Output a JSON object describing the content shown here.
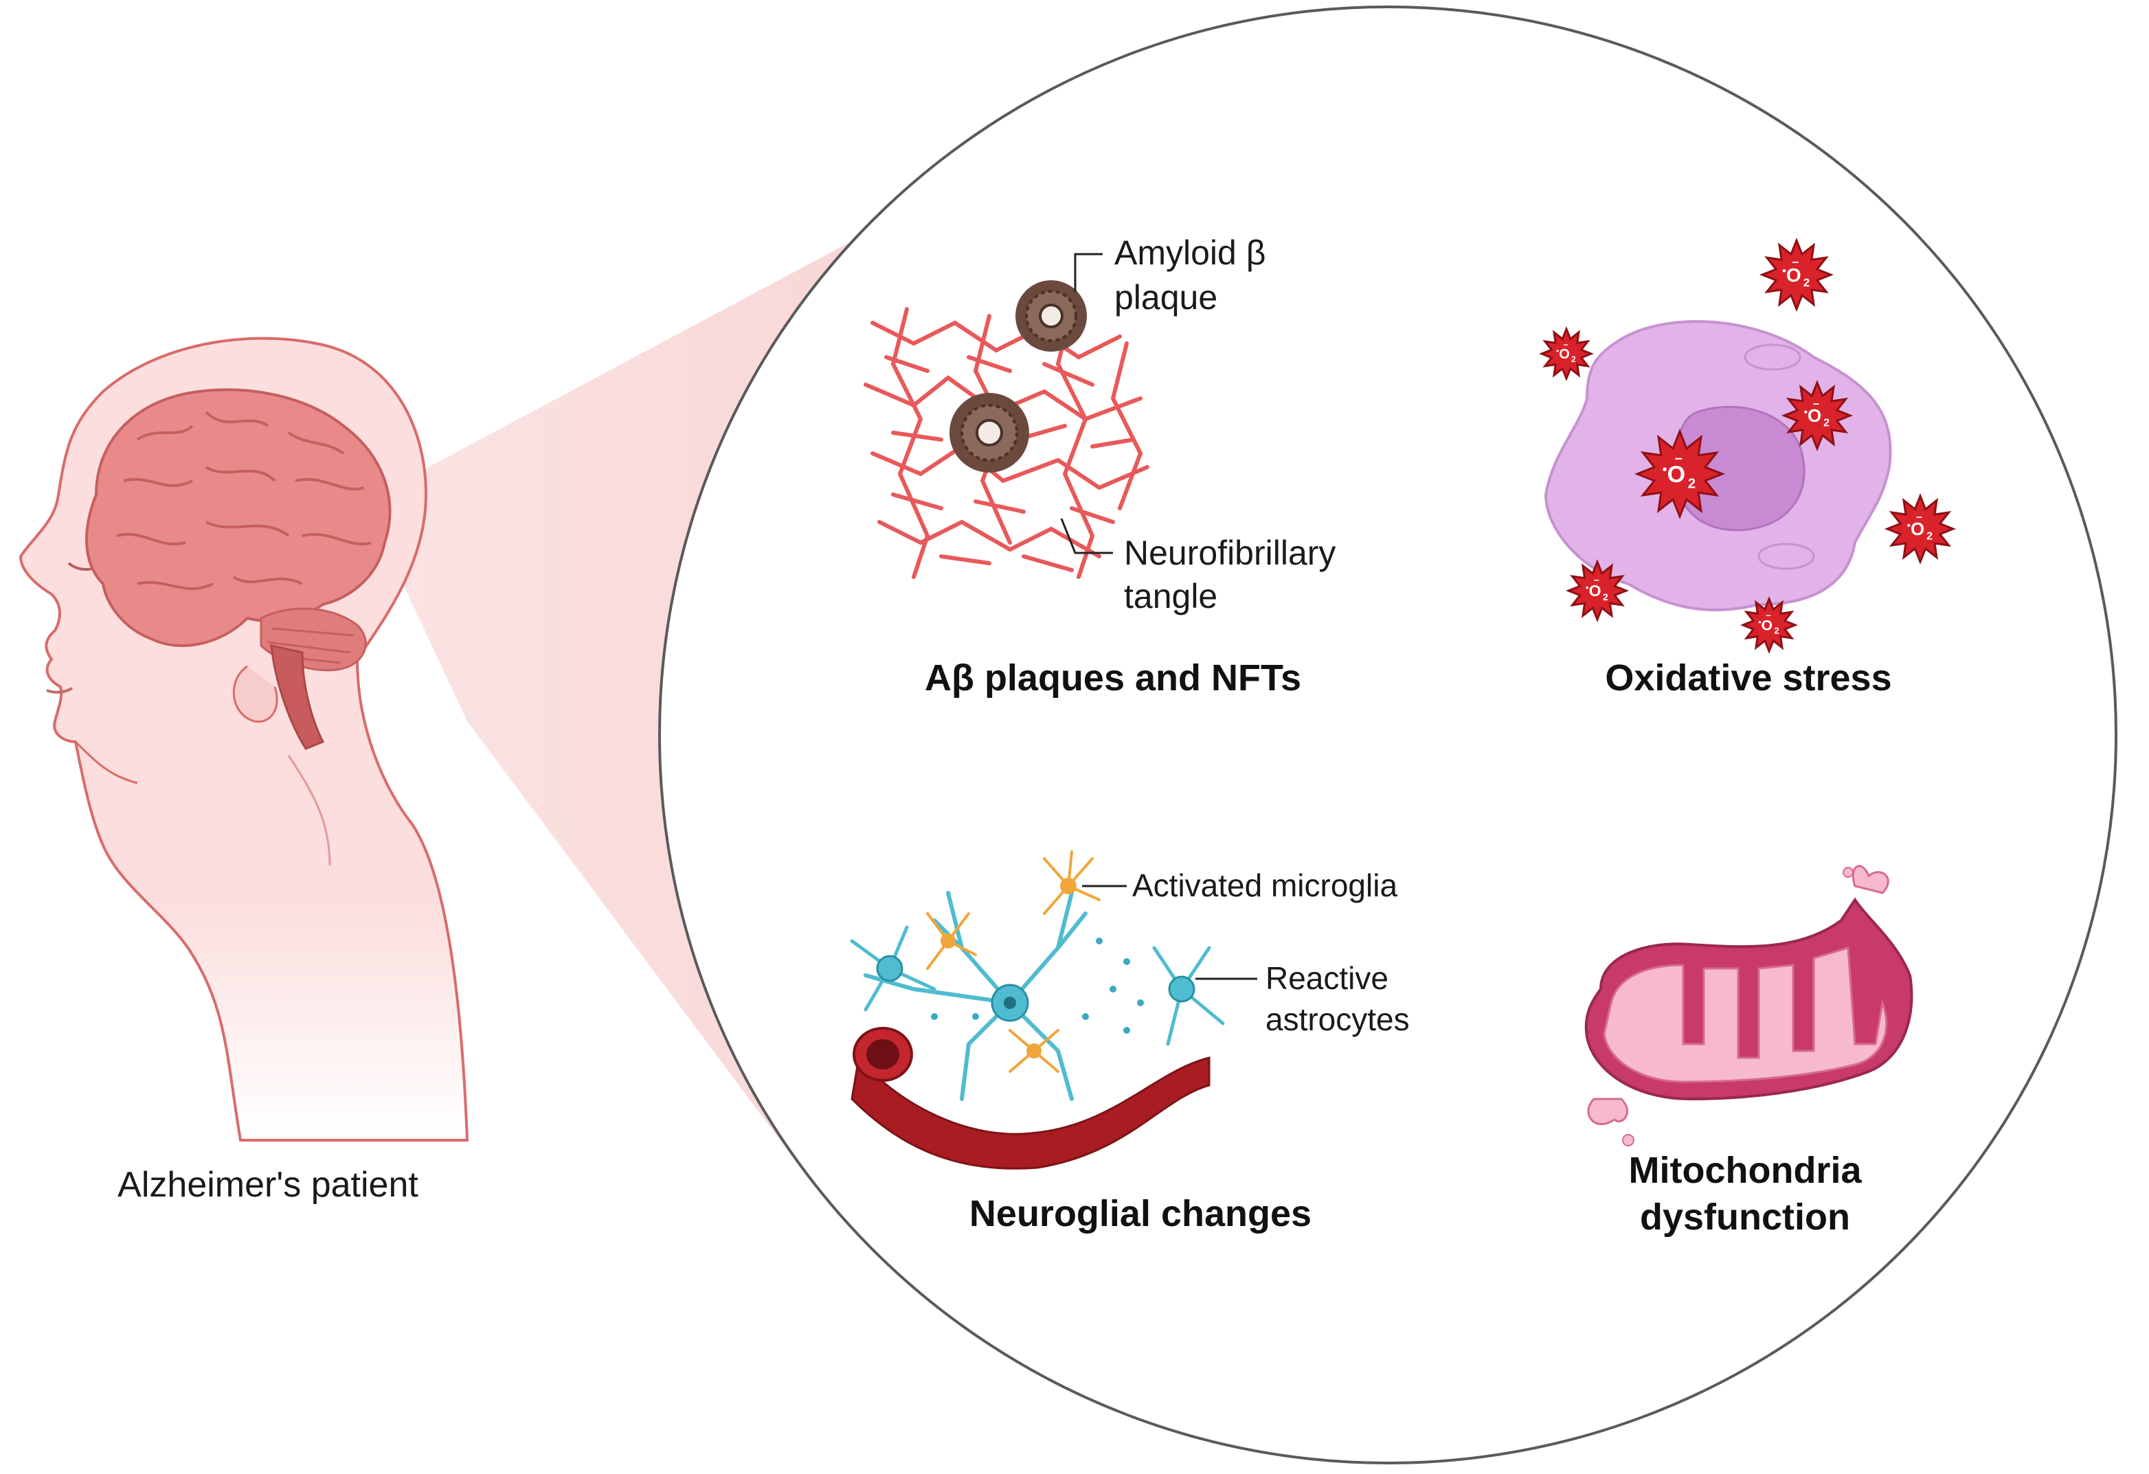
{
  "patient": {
    "label": "Alzheimer's patient"
  },
  "panels": {
    "plaques": {
      "title": "Aβ plaques and NFTs",
      "callout_plaque_line1": "Amyloid β",
      "callout_plaque_line2": "plaque",
      "callout_tangle_line1": "Neurofibrillary",
      "callout_tangle_line2": "tangle"
    },
    "oxidative": {
      "title": "Oxidative stress",
      "radical_symbol": "O",
      "radical_subscript": "2",
      "radical_charge": "−",
      "radical_dot": "•"
    },
    "neuroglial": {
      "title": "Neuroglial changes",
      "callout_microglia": "Activated microglia",
      "callout_astro_line1": "Reactive",
      "callout_astro_line2": "astrocytes"
    },
    "mito": {
      "title_line1": "Mitochondria",
      "title_line2": "dysfunction"
    }
  },
  "colors": {
    "skin": "#fbdedd",
    "skin_outline": "#d96b6b",
    "brain": "#e98a8a",
    "beam": "#f9dcdc",
    "tangle": "#e8595a",
    "plaque": "#6b4a3d",
    "cell": "#e2b3e8",
    "nucleus": "#c88bd3",
    "radical": "#d9222a",
    "astrocyte": "#4fbcd0",
    "microglia": "#f0a63a",
    "vessel": "#a81c22",
    "mito": "#c83a6a",
    "mito_inner": "#f6b9d0"
  }
}
